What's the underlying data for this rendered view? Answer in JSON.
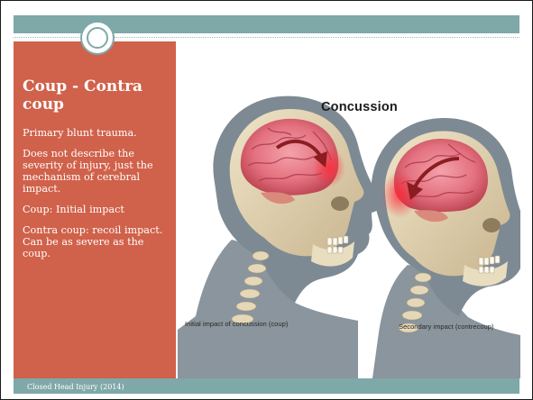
{
  "slide": {
    "title": "Coup - Contra coup",
    "bullets": [
      "Primary blunt trauma.",
      "Does not describe the severity of injury, just the mechanism of cerebral impact.",
      "Coup: Initial impact",
      "Contra coup: recoil impact.  Can be as severe as the coup."
    ],
    "footer": "Closed Head Injury (2014)"
  },
  "illustration": {
    "title": "Concussion",
    "caption_left": "Initial impact of concussion (coup)",
    "caption_right": "Secondary impact (contrecoup)"
  },
  "colors": {
    "accent_band": "#7fa8a9",
    "title_panel": "#d0614a",
    "text_on_panel": "#ffffff"
  }
}
